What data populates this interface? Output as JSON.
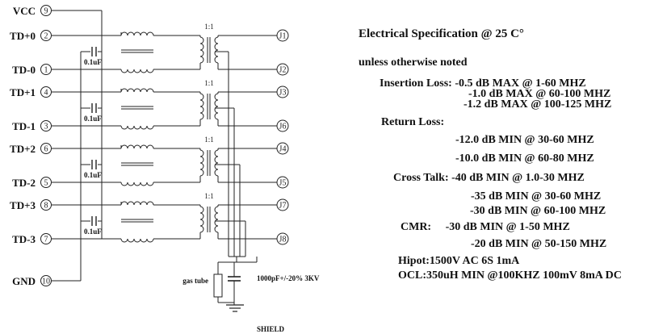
{
  "schematic": {
    "pins": [
      {
        "label": "VCC",
        "num": "9"
      },
      {
        "label": "TD+0",
        "num": "2"
      },
      {
        "label": "TD-0",
        "num": "1"
      },
      {
        "label": "TD+1",
        "num": "4"
      },
      {
        "label": "TD-1",
        "num": "3"
      },
      {
        "label": "TD+2",
        "num": "6"
      },
      {
        "label": "TD-2",
        "num": "5"
      },
      {
        "label": "TD+3",
        "num": "8"
      },
      {
        "label": "TD-3",
        "num": "7"
      },
      {
        "label": "GND",
        "num": "10"
      }
    ],
    "outputs": [
      "J1",
      "J2",
      "J3",
      "J6",
      "J4",
      "J5",
      "J7",
      "J8"
    ],
    "cap_label": "0.1uF",
    "ratio_label": "1:1",
    "gas_tube_label": "gas tube",
    "hv_cap_label": "1000pF+/-20% 3KV",
    "shield_label": "SHIELD"
  },
  "spec": {
    "title": "Electrical Specification @ 25 C°",
    "subtitle": "unless otherwise noted",
    "lines": [
      "Insertion Loss: -0.5 dB MAX @ 1-60 MHZ",
      "-1.0 dB MAX @ 60-100 MHZ",
      "-1.2 dB MAX @ 100-125 MHZ",
      "Return Loss:",
      "-12.0 dB MIN @ 30-60 MHZ",
      "-10.0 dB MIN @ 60-80 MHZ",
      "Cross Talk: -40 dB MIN @ 1.0-30 MHZ",
      "-35 dB MIN @ 30-60 MHZ",
      "-30 dB MIN @ 60-100 MHZ",
      "CMR:     -30 dB MIN @ 1-50 MHZ",
      "-20 dB MIN @ 50-150 MHZ",
      "Hipot:1500V AC 6S 1mA",
      "OCL:350uH MIN @100KHZ 100mV 8mA DC"
    ]
  }
}
